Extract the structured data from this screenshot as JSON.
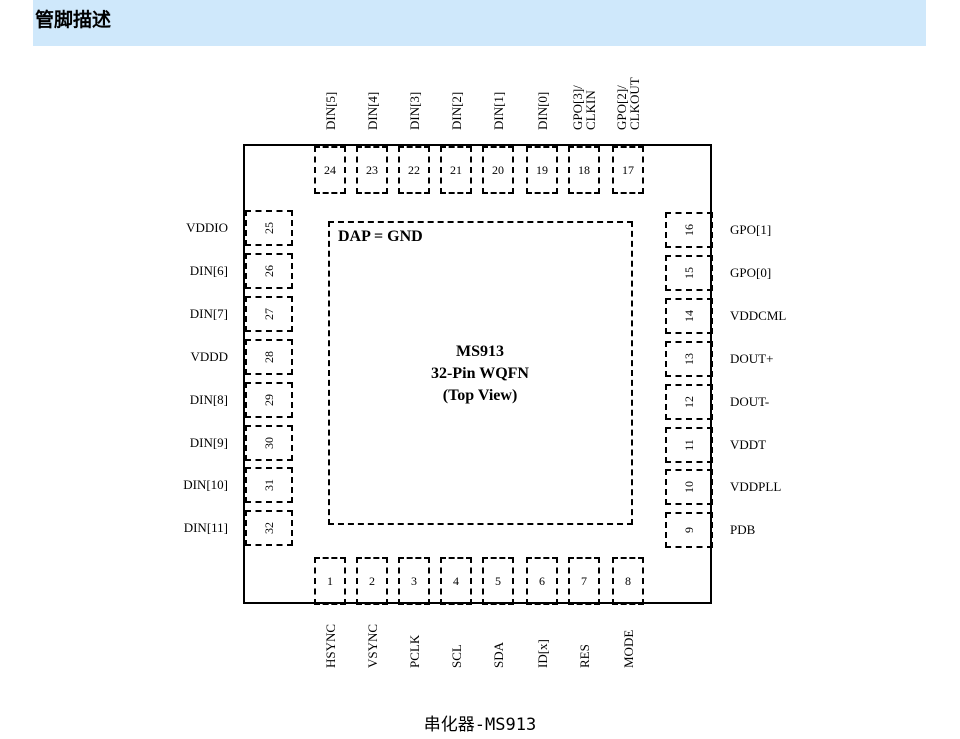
{
  "header": {
    "title": "管脚描述"
  },
  "diagram": {
    "dap_label": "DAP = GND",
    "chip_name": "MS913",
    "package": "32-Pin WQFN",
    "view": "(Top View)"
  },
  "pins_top": [
    {
      "num": "24",
      "label": [
        "DIN[5]"
      ]
    },
    {
      "num": "23",
      "label": [
        "DIN[4]"
      ]
    },
    {
      "num": "22",
      "label": [
        "DIN[3]"
      ]
    },
    {
      "num": "21",
      "label": [
        "DIN[2]"
      ]
    },
    {
      "num": "20",
      "label": [
        "DIN[1]"
      ]
    },
    {
      "num": "19",
      "label": [
        "DIN[0]"
      ]
    },
    {
      "num": "18",
      "label": [
        "GPO[3]/",
        "CLKIN"
      ]
    },
    {
      "num": "17",
      "label": [
        "GPO[2]/",
        "CLKOUT"
      ]
    }
  ],
  "pins_bottom": [
    {
      "num": "1",
      "label": "HSYNC"
    },
    {
      "num": "2",
      "label": "VSYNC"
    },
    {
      "num": "3",
      "label": "PCLK"
    },
    {
      "num": "4",
      "label": "SCL"
    },
    {
      "num": "5",
      "label": "SDA"
    },
    {
      "num": "6",
      "label": "ID[x]"
    },
    {
      "num": "7",
      "label": "RES"
    },
    {
      "num": "8",
      "label": "MODE"
    }
  ],
  "pins_left": [
    {
      "num": "25",
      "label": "VDDIO"
    },
    {
      "num": "26",
      "label": "DIN[6]"
    },
    {
      "num": "27",
      "label": "DIN[7]"
    },
    {
      "num": "28",
      "label": "VDDD"
    },
    {
      "num": "29",
      "label": "DIN[8]"
    },
    {
      "num": "30",
      "label": "DIN[9]"
    },
    {
      "num": "31",
      "label": "DIN[10]"
    },
    {
      "num": "32",
      "label": "DIN[11]"
    }
  ],
  "pins_right": [
    {
      "num": "16",
      "label": "GPO[1]"
    },
    {
      "num": "15",
      "label": "GPO[0]"
    },
    {
      "num": "14",
      "label": "VDDCML"
    },
    {
      "num": "13",
      "label": "DOUT+"
    },
    {
      "num": "12",
      "label": "DOUT-"
    },
    {
      "num": "11",
      "label": "VDDT"
    },
    {
      "num": "10",
      "label": "VDDPLL"
    },
    {
      "num": "9",
      "label": "PDB"
    }
  ],
  "caption": "串化器-MS913"
}
